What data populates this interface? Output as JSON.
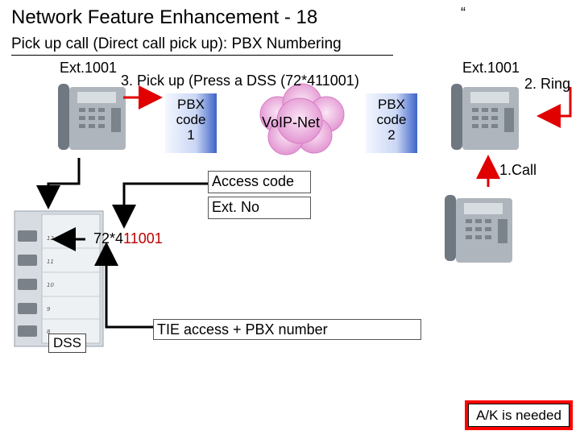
{
  "header": {
    "title": "Network Feature Enhancement - 18",
    "subtitle": "Pick up call (Direct call pick up): PBX Numbering",
    "quote_mark": "“"
  },
  "diagram": {
    "ext_left": "Ext.1001",
    "ext_right": "Ext.1001",
    "step3": "3. Pick up (Press a DSS (72*411001)",
    "step2": "2. Ring",
    "step1": "1.Call",
    "pbx1_lines": [
      "PBX",
      "code",
      "1"
    ],
    "pbx2_lines": [
      "PBX",
      "code",
      "2"
    ],
    "cloud": "VoIP-Net",
    "access_code": "Access code",
    "ext_no": "Ext. No",
    "dial_prefix": "72*4",
    "dial_suffix": "11001",
    "tie_access": "TIE access + PBX number",
    "dss": "DSS",
    "dss_keys": [
      "12",
      "11",
      "10",
      "9",
      "8"
    ]
  },
  "note": {
    "text": "A/K is needed"
  },
  "colors": {
    "arrow_red": "#e00000",
    "pbx_blue": "#3d63c8",
    "cloud_pink": "#e8a9d8"
  }
}
